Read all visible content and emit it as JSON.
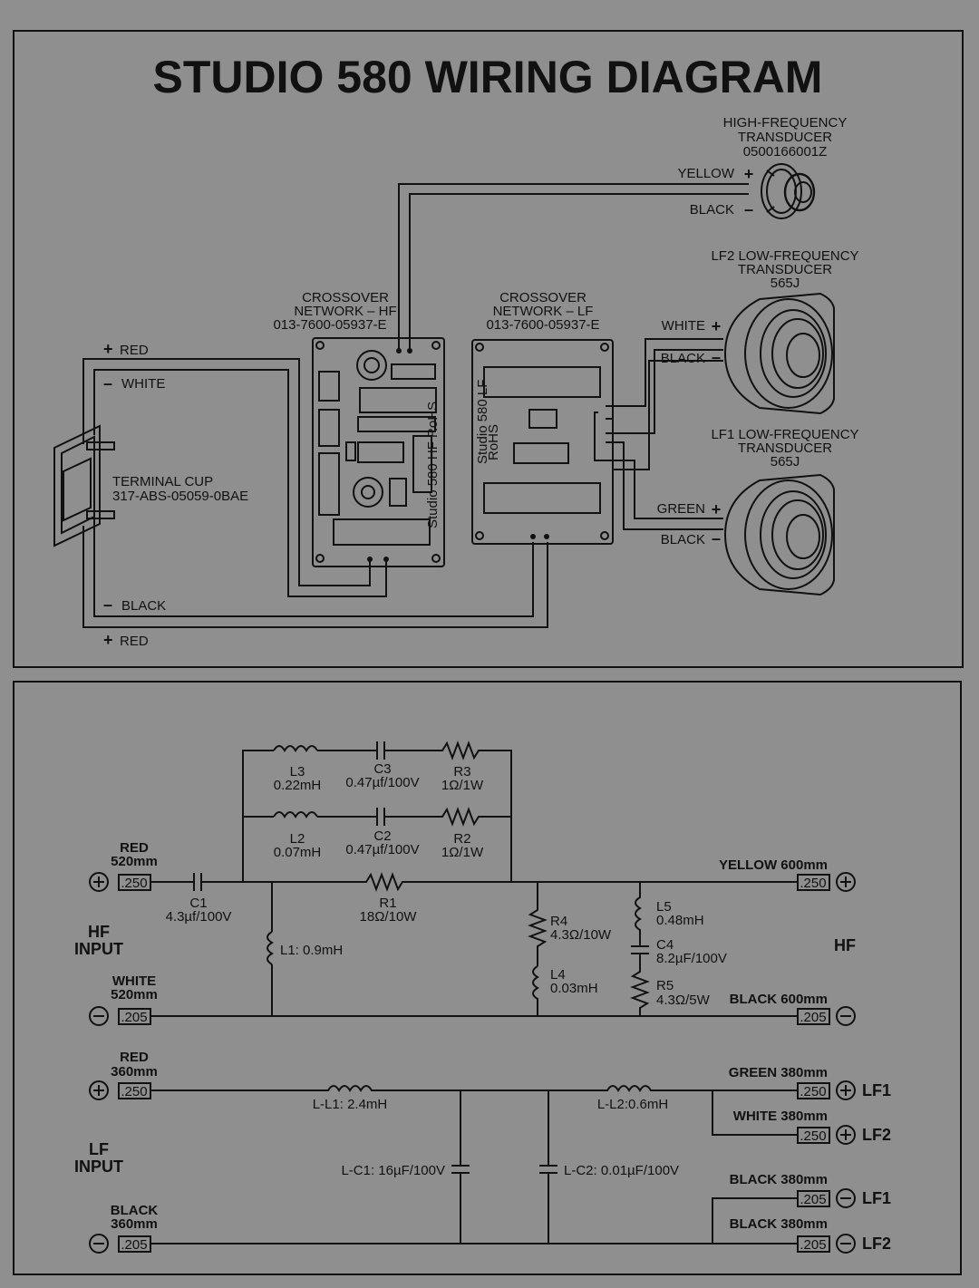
{
  "title": "STUDIO 580 WIRING DIAGRAM",
  "hf_transducer": {
    "line1": "HIGH-FREQUENCY",
    "line2": "TRANSDUCER",
    "part": "0500166001Z",
    "pos_label": "YELLOW",
    "neg_label": "BLACK"
  },
  "lf2_transducer": {
    "line1": "LF2 LOW-FREQUENCY",
    "line2": "TRANSDUCER",
    "part": "565J",
    "pos_label": "WHITE",
    "neg_label": "BLACK"
  },
  "lf1_transducer": {
    "line1": "LF1 LOW-FREQUENCY",
    "line2": "TRANSDUCER",
    "part": "565J",
    "pos_label": "GREEN",
    "neg_label": "BLACK"
  },
  "crossover_hf": {
    "line1": "CROSSOVER",
    "line2": "NETWORK – HF",
    "part": "013-7600-05937-E",
    "board_text": "Studio 580 HF  RoHS"
  },
  "crossover_lf": {
    "line1": "CROSSOVER",
    "line2": "NETWORK – LF",
    "part": "013-7600-05937-E",
    "board_text": "Studio 580 LF",
    "board_text2": "RoHS"
  },
  "terminal_cup": {
    "line1": "TERMINAL CUP",
    "line2": "317-ABS-05059-0BAE"
  },
  "terminal_wires": {
    "red_top": "RED",
    "white": "WHITE",
    "black": "BLACK",
    "red_bottom": "RED"
  },
  "schematic": {
    "hf_input": {
      "line1": "HF",
      "line2": "INPUT",
      "red_color": "RED",
      "red_len": "520mm",
      "red_term": ".250",
      "white_color": "WHITE",
      "white_len": "520mm",
      "white_term": ".205"
    },
    "hf_output": {
      "label": "HF",
      "yellow": "YELLOW 600mm",
      "yellow_term": ".250",
      "black": "BLACK 600mm",
      "black_term": ".205"
    },
    "components": {
      "L3_name": "L3",
      "L3_val": "0.22mH",
      "C3_name": "C3",
      "C3_val": "0.47µf/100V",
      "R3_name": "R3",
      "R3_val": "1Ω/1W",
      "L2_name": "L2",
      "L2_val": "0.07mH",
      "C2_name": "C2",
      "C2_val": "0.47µf/100V",
      "R2_name": "R2",
      "R2_val": "1Ω/1W",
      "C1_name": "C1",
      "C1_val": "4.3µf/100V",
      "R1_name": "R1",
      "R1_val": "18Ω/10W",
      "L1": "L1: 0.9mH",
      "R4_name": "R4",
      "R4_val": "4.3Ω/10W",
      "L4_name": "L4",
      "L4_val": "0.03mH",
      "L5_name": "L5",
      "L5_val": "0.48mH",
      "C4_name": "C4",
      "C4_val": "8.2µF/100V",
      "R5_name": "R5",
      "R5_val": "4.3Ω/5W"
    },
    "lf_input": {
      "line1": "LF",
      "line2": "INPUT",
      "red_color": "RED",
      "red_len": "360mm",
      "red_term": ".250",
      "black_color": "BLACK",
      "black_len": "360mm",
      "black_term": ".205"
    },
    "lf_components": {
      "LL1": "L-L1: 2.4mH",
      "LL2": "L-L2:0.6mH",
      "LC1": "L-C1: 16µF/100V",
      "LC2": "L-C2: 0.01µF/100V"
    },
    "lf_outputs": [
      {
        "wire": "GREEN 380mm",
        "term": ".250",
        "label": "LF1"
      },
      {
        "wire": "WHITE 380mm",
        "term": ".250",
        "label": "LF2"
      },
      {
        "wire": "BLACK 380mm",
        "term": ".205",
        "label": "LF1"
      },
      {
        "wire": "BLACK 380mm",
        "term": ".205",
        "label": "LF2"
      }
    ]
  }
}
